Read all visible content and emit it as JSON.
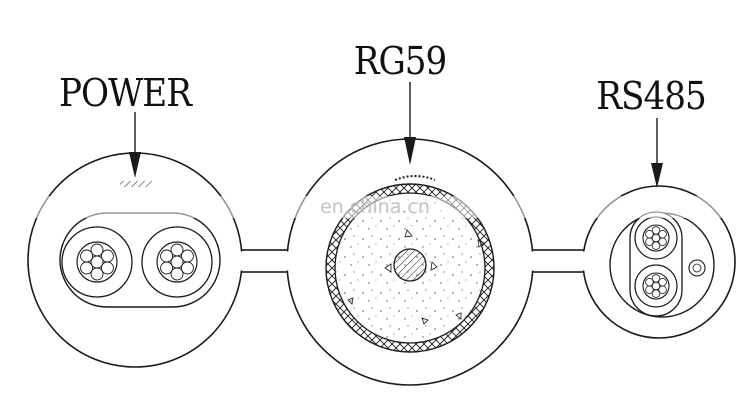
{
  "labels": {
    "power": "POWER",
    "rg59": "RG59",
    "rs485": "RS485"
  },
  "watermark": "en.china.cn",
  "colors": {
    "line": "#1a1a1a",
    "fill": "#ffffff",
    "watermark": "#bdbdbd"
  }
}
